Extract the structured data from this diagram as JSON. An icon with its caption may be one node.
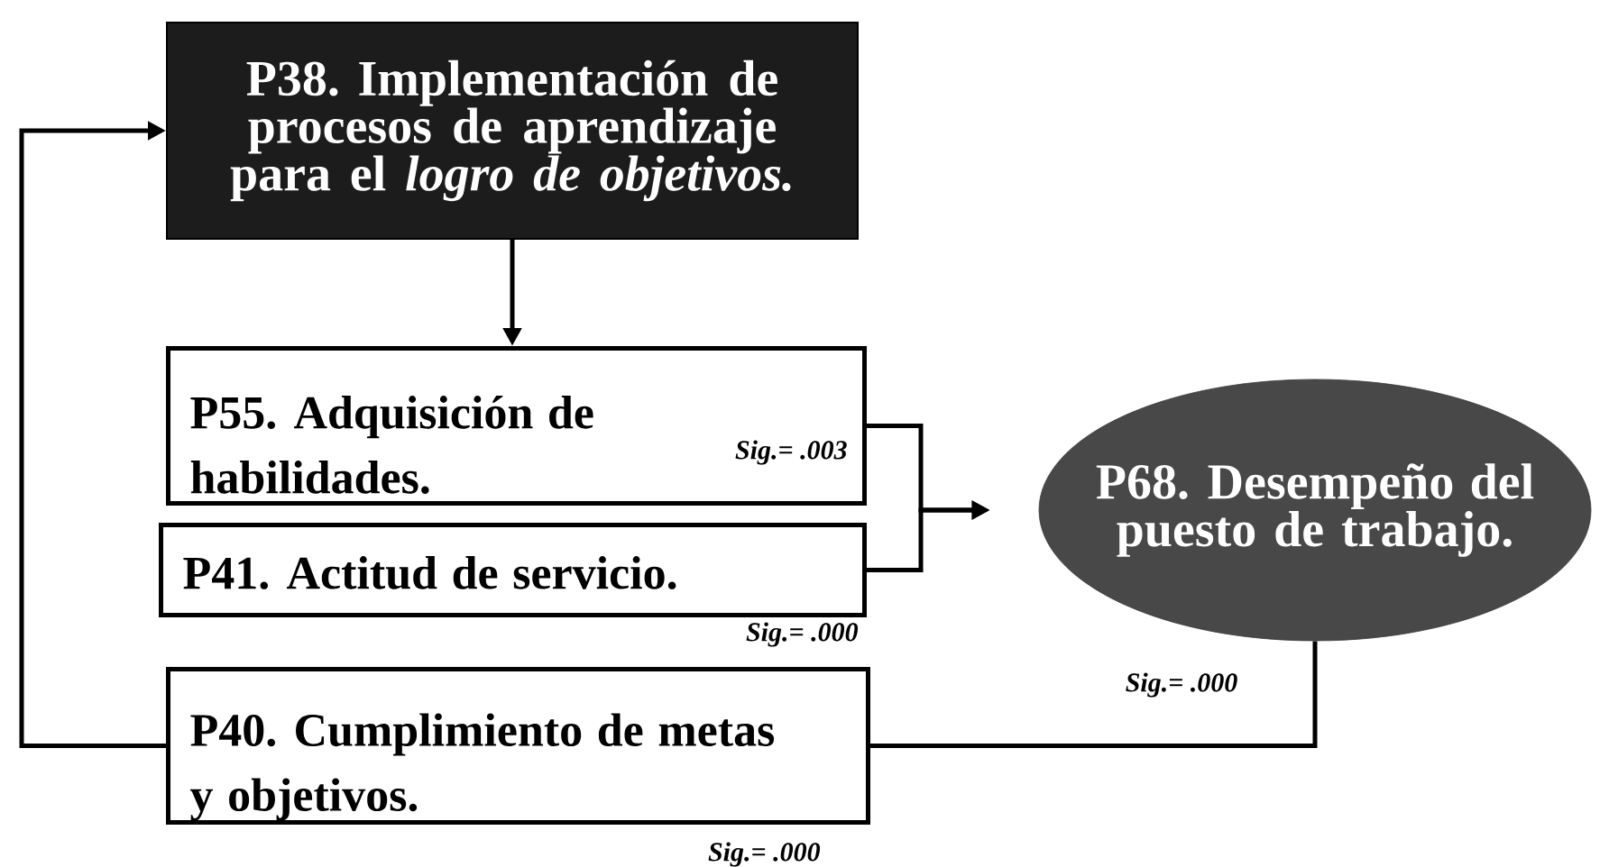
{
  "diagram": {
    "nodes": [
      {
        "text": [
          "P38. Implementación de procesos de aprendizaje para el *logro de objetivos.*"
        ]
      },
      {
        "text": [
          "P55. Adquisición de habilidades.",
          "Sig.= .003"
        ]
      },
      {
        "text": [
          "P41. Actitud de servicio."
        ],
        "beside": [
          "Sig.= .000"
        ]
      },
      {
        "text": [
          "P68. Desempeño del puesto de trabajo."
        ]
      },
      {
        "text": [
          "P40. Cumplimiento de metas y objetivos."
        ],
        "beside": [
          "Sig.= .000"
        ]
      }
    ],
    "edges": [
      {
        "from": 0,
        "to": 1,
        "arrow": "to"
      },
      {
        "from": 1,
        "to": 3,
        "arrow": "to"
      },
      {
        "from": 2,
        "to": 3,
        "arrow": "to"
      },
      {
        "from": 4,
        "to": 3,
        "arrow": "none",
        "label": "Sig.= .000"
      },
      {
        "from": 4,
        "to": 0,
        "arrow": "to"
      }
    ]
  }
}
